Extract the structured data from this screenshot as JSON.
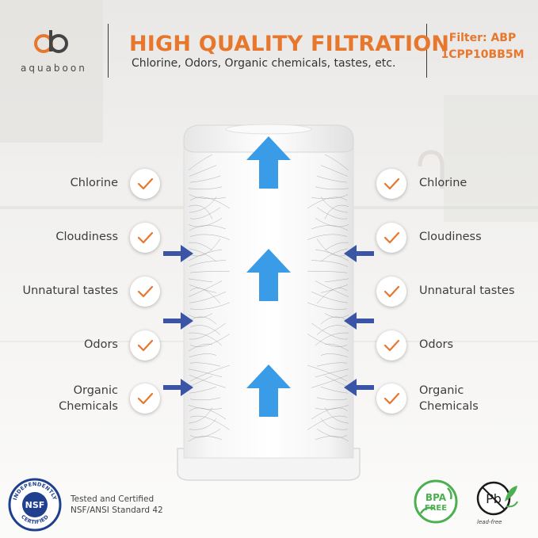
{
  "brand": {
    "logo_letters": "ab",
    "name": "aquaboon"
  },
  "header": {
    "title": "HIGH QUALITY FILTRATION",
    "subtitle": "Chlorine, Odors, Organic chemicals, tastes, etc.",
    "filter_label": "Filter: ABP",
    "filter_model": "1CPP10BB5M"
  },
  "colors": {
    "accent_orange": "#e8772e",
    "arrow_light_blue": "#3a9be6",
    "arrow_dark_blue": "#3a55a6",
    "green": "#4caf50",
    "nsf_blue": "#1f3f8f"
  },
  "features_left": [
    {
      "label": "Chlorine"
    },
    {
      "label": "Cloudiness"
    },
    {
      "label": "Unnatural tastes"
    },
    {
      "label": "Odors"
    },
    {
      "label": "Organic Chemicals",
      "line1": "Organic",
      "line2": "Chemicals"
    }
  ],
  "features_right": [
    {
      "label": "Chlorine"
    },
    {
      "label": "Cloudiness"
    },
    {
      "label": "Unnatural tastes"
    },
    {
      "label": "Odors"
    },
    {
      "label": "Organic Chemicals",
      "line1": "Organic",
      "line2": "Chemicals"
    }
  ],
  "icons": {
    "check": "check-icon",
    "flow_up": "arrow-up-icon",
    "flow_in": "arrow-right-icon"
  },
  "certification": {
    "nsf_top": "INDEPENDENTLY",
    "nsf_mark": "NSF",
    "nsf_bottom": "CERTIFIED",
    "line1": "Tested and Certified",
    "line2": "NSF/ANSI Standard 42"
  },
  "badges": {
    "bpa_line1": "BPA",
    "bpa_line2": "FREE",
    "lead_symbol": "Pb",
    "lead_caption": "lead-free"
  }
}
